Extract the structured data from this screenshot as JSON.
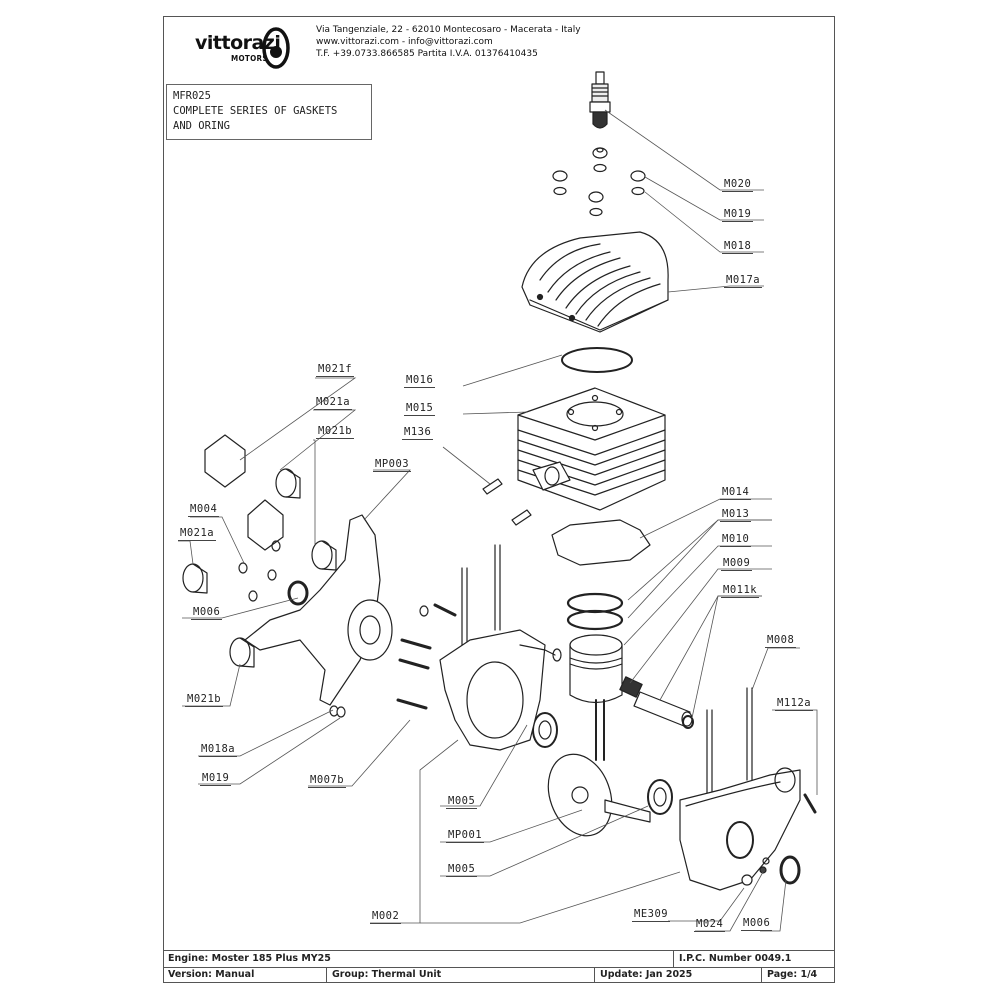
{
  "header": {
    "brand": "vittorazi",
    "brand_sub": "MOTORS",
    "address_lines": [
      "Via Tangenziale, 22 - 62010 Montecosaro - Macerata - Italy",
      "www.vittorazi.com - info@vittorazi.com",
      "T.F. +39.0733.866585 Partita I.V.A. 01376410435"
    ]
  },
  "kit_box": {
    "lines": [
      "MFR025",
      "COMPLETE SERIES OF GASKETS",
      "AND ORING"
    ]
  },
  "callouts": [
    {
      "id": "M020",
      "label": "M020"
    },
    {
      "id": "M019-top",
      "label": "M019"
    },
    {
      "id": "M018",
      "label": "M018"
    },
    {
      "id": "M017a",
      "label": "M017a"
    },
    {
      "id": "M016",
      "label": "M016"
    },
    {
      "id": "M015",
      "label": "M015"
    },
    {
      "id": "M136",
      "label": "M136"
    },
    {
      "id": "M021f",
      "label": "M021f"
    },
    {
      "id": "M021a-top",
      "label": "M021a"
    },
    {
      "id": "M021b-top",
      "label": "M021b"
    },
    {
      "id": "MP003",
      "label": "MP003"
    },
    {
      "id": "M004",
      "label": "M004"
    },
    {
      "id": "M021a-left",
      "label": "M021a"
    },
    {
      "id": "M006-left",
      "label": "M006"
    },
    {
      "id": "M021b-bottom",
      "label": "M021b"
    },
    {
      "id": "M018a",
      "label": "M018a"
    },
    {
      "id": "M019-bottom",
      "label": "M019"
    },
    {
      "id": "M007b",
      "label": "M007b"
    },
    {
      "id": "M014",
      "label": "M014"
    },
    {
      "id": "M013",
      "label": "M013"
    },
    {
      "id": "M010",
      "label": "M010"
    },
    {
      "id": "M009",
      "label": "M009"
    },
    {
      "id": "M011k",
      "label": "M011k"
    },
    {
      "id": "M008",
      "label": "M008"
    },
    {
      "id": "M112a",
      "label": "M112a"
    },
    {
      "id": "M005-top",
      "label": "M005"
    },
    {
      "id": "MP001",
      "label": "MP001"
    },
    {
      "id": "M005-bottom",
      "label": "M005"
    },
    {
      "id": "M002",
      "label": "M002"
    },
    {
      "id": "ME309",
      "label": "ME309"
    },
    {
      "id": "M024",
      "label": "M024"
    },
    {
      "id": "M006-right",
      "label": "M006"
    }
  ],
  "footer": {
    "engine": "Engine: Moster 185 Plus MY25",
    "ipc": "I.P.C. Number 0049.1",
    "version": "Version: Manual",
    "group": "Group: Thermal Unit",
    "update": "Update: Jan 2025",
    "page": "Page: 1/4"
  }
}
